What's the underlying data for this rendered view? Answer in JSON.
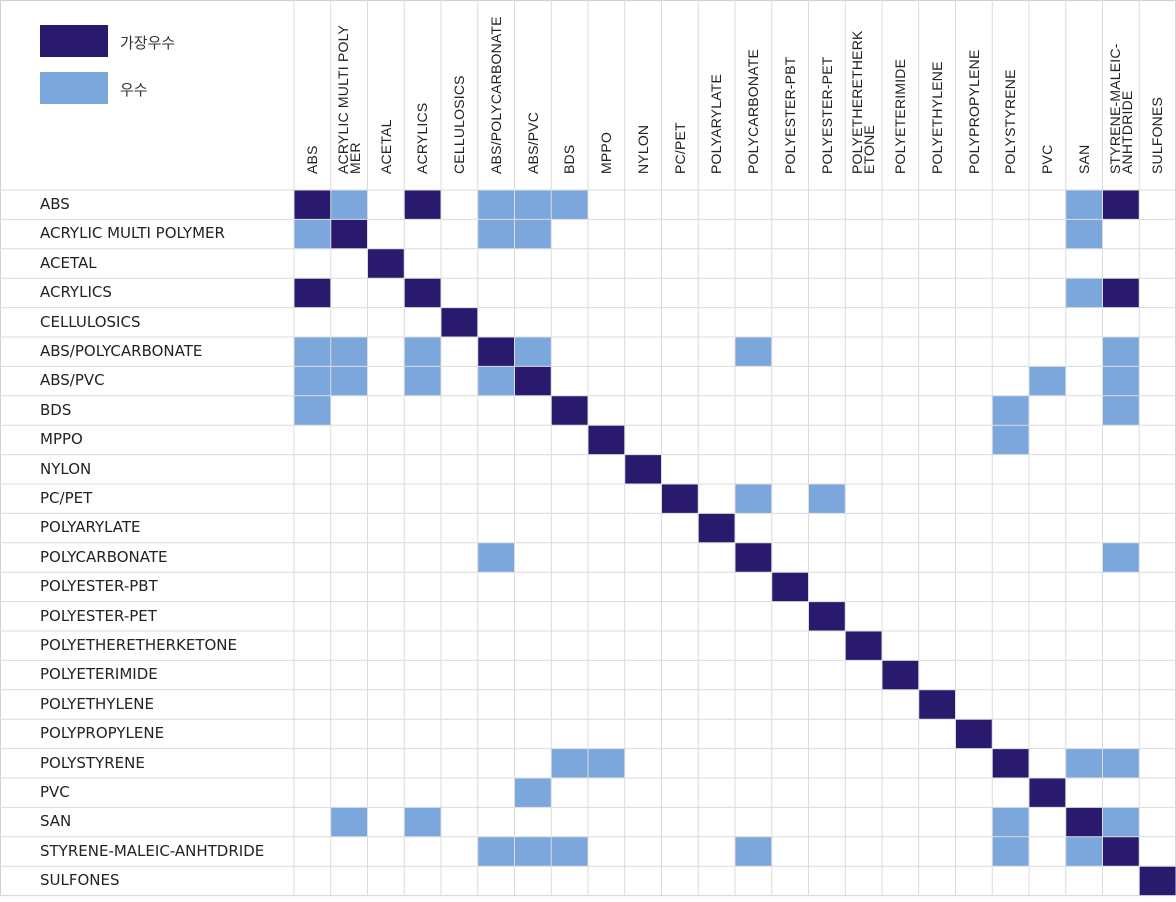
{
  "chart_data": {
    "type": "heatmap",
    "title": "",
    "legend": [
      {
        "level": 2,
        "label": "가장우수",
        "color": "#2a1a6e"
      },
      {
        "level": 1,
        "label": "우수",
        "color": "#7ba7dd"
      }
    ],
    "legend_placement": "top-left",
    "columns": [
      "ABS",
      "ACRYLIC MULTI POLY\nMER",
      "ACETAL",
      "ACRYLICS",
      "CELLULOSICS",
      "ABS/POLYCARBONATE",
      "ABS/PVC",
      "BDS",
      "MPPO",
      "NYLON",
      "PC/PET",
      "POLYARYLATE",
      "POLYCARBONATE",
      "POLYESTER-PBT",
      "POLYESTER-PET",
      "POLYETHERETHERK\nETONE",
      "POLYETERIMIDE",
      "POLYETHYLENE",
      "POLYPROPYLENE",
      "POLYSTYRENE",
      "PVC",
      "SAN",
      "STYRENE-MALEIC-\nANHTDRIDE",
      "SULFONES"
    ],
    "rows": [
      "ABS",
      "ACRYLIC MULTI POLYMER",
      "ACETAL",
      "ACRYLICS",
      "CELLULOSICS",
      "ABS/POLYCARBONATE",
      "ABS/PVC",
      "BDS",
      "MPPO",
      "NYLON",
      "PC/PET",
      "POLYARYLATE",
      "POLYCARBONATE",
      "POLYESTER-PBT",
      "POLYESTER-PET",
      "POLYETHERETHERKETONE",
      "POLYETERIMIDE",
      "POLYETHYLENE",
      "POLYPROPYLENE",
      "POLYSTYRENE",
      "PVC",
      "SAN",
      "STYRENE-MALEIC-ANHTDRIDE",
      "SULFONES"
    ],
    "values": [
      [
        2,
        1,
        0,
        2,
        0,
        1,
        1,
        1,
        0,
        0,
        0,
        0,
        0,
        0,
        0,
        0,
        0,
        0,
        0,
        0,
        0,
        1,
        2,
        0
      ],
      [
        1,
        2,
        0,
        0,
        0,
        1,
        1,
        0,
        0,
        0,
        0,
        0,
        0,
        0,
        0,
        0,
        0,
        0,
        0,
        0,
        0,
        1,
        0,
        0
      ],
      [
        0,
        0,
        2,
        0,
        0,
        0,
        0,
        0,
        0,
        0,
        0,
        0,
        0,
        0,
        0,
        0,
        0,
        0,
        0,
        0,
        0,
        0,
        0,
        0
      ],
      [
        2,
        0,
        0,
        2,
        0,
        0,
        0,
        0,
        0,
        0,
        0,
        0,
        0,
        0,
        0,
        0,
        0,
        0,
        0,
        0,
        0,
        1,
        2,
        0
      ],
      [
        0,
        0,
        0,
        0,
        2,
        0,
        0,
        0,
        0,
        0,
        0,
        0,
        0,
        0,
        0,
        0,
        0,
        0,
        0,
        0,
        0,
        0,
        0,
        0
      ],
      [
        1,
        1,
        0,
        1,
        0,
        2,
        1,
        0,
        0,
        0,
        0,
        0,
        1,
        0,
        0,
        0,
        0,
        0,
        0,
        0,
        0,
        0,
        1,
        0
      ],
      [
        1,
        1,
        0,
        1,
        0,
        1,
        2,
        0,
        0,
        0,
        0,
        0,
        0,
        0,
        0,
        0,
        0,
        0,
        0,
        0,
        1,
        0,
        1,
        0
      ],
      [
        1,
        0,
        0,
        0,
        0,
        0,
        0,
        2,
        0,
        0,
        0,
        0,
        0,
        0,
        0,
        0,
        0,
        0,
        0,
        1,
        0,
        0,
        1,
        0
      ],
      [
        0,
        0,
        0,
        0,
        0,
        0,
        0,
        0,
        2,
        0,
        0,
        0,
        0,
        0,
        0,
        0,
        0,
        0,
        0,
        1,
        0,
        0,
        0,
        0
      ],
      [
        0,
        0,
        0,
        0,
        0,
        0,
        0,
        0,
        0,
        2,
        0,
        0,
        0,
        0,
        0,
        0,
        0,
        0,
        0,
        0,
        0,
        0,
        0,
        0
      ],
      [
        0,
        0,
        0,
        0,
        0,
        0,
        0,
        0,
        0,
        0,
        2,
        0,
        1,
        0,
        1,
        0,
        0,
        0,
        0,
        0,
        0,
        0,
        0,
        0
      ],
      [
        0,
        0,
        0,
        0,
        0,
        0,
        0,
        0,
        0,
        0,
        0,
        2,
        0,
        0,
        0,
        0,
        0,
        0,
        0,
        0,
        0,
        0,
        0,
        0
      ],
      [
        0,
        0,
        0,
        0,
        0,
        1,
        0,
        0,
        0,
        0,
        0,
        0,
        2,
        0,
        0,
        0,
        0,
        0,
        0,
        0,
        0,
        0,
        1,
        0
      ],
      [
        0,
        0,
        0,
        0,
        0,
        0,
        0,
        0,
        0,
        0,
        0,
        0,
        0,
        2,
        0,
        0,
        0,
        0,
        0,
        0,
        0,
        0,
        0,
        0
      ],
      [
        0,
        0,
        0,
        0,
        0,
        0,
        0,
        0,
        0,
        0,
        0,
        0,
        0,
        0,
        2,
        0,
        0,
        0,
        0,
        0,
        0,
        0,
        0,
        0
      ],
      [
        0,
        0,
        0,
        0,
        0,
        0,
        0,
        0,
        0,
        0,
        0,
        0,
        0,
        0,
        0,
        2,
        0,
        0,
        0,
        0,
        0,
        0,
        0,
        0
      ],
      [
        0,
        0,
        0,
        0,
        0,
        0,
        0,
        0,
        0,
        0,
        0,
        0,
        0,
        0,
        0,
        0,
        2,
        0,
        0,
        0,
        0,
        0,
        0,
        0
      ],
      [
        0,
        0,
        0,
        0,
        0,
        0,
        0,
        0,
        0,
        0,
        0,
        0,
        0,
        0,
        0,
        0,
        0,
        2,
        0,
        0,
        0,
        0,
        0,
        0
      ],
      [
        0,
        0,
        0,
        0,
        0,
        0,
        0,
        0,
        0,
        0,
        0,
        0,
        0,
        0,
        0,
        0,
        0,
        0,
        2,
        0,
        0,
        0,
        0,
        0
      ],
      [
        0,
        0,
        0,
        0,
        0,
        0,
        0,
        1,
        1,
        0,
        0,
        0,
        0,
        0,
        0,
        0,
        0,
        0,
        0,
        2,
        0,
        1,
        1,
        0
      ],
      [
        0,
        0,
        0,
        0,
        0,
        0,
        1,
        0,
        0,
        0,
        0,
        0,
        0,
        0,
        0,
        0,
        0,
        0,
        0,
        0,
        2,
        0,
        0,
        0
      ],
      [
        0,
        1,
        0,
        1,
        0,
        0,
        0,
        0,
        0,
        0,
        0,
        0,
        0,
        0,
        0,
        0,
        0,
        0,
        0,
        1,
        0,
        2,
        1,
        0
      ],
      [
        0,
        0,
        0,
        0,
        0,
        1,
        1,
        1,
        0,
        0,
        0,
        0,
        1,
        0,
        0,
        0,
        0,
        0,
        0,
        1,
        0,
        1,
        2,
        0
      ],
      [
        0,
        0,
        0,
        0,
        0,
        0,
        0,
        0,
        0,
        0,
        0,
        0,
        0,
        0,
        0,
        0,
        0,
        0,
        0,
        0,
        0,
        0,
        0,
        2
      ]
    ],
    "grid": true
  }
}
